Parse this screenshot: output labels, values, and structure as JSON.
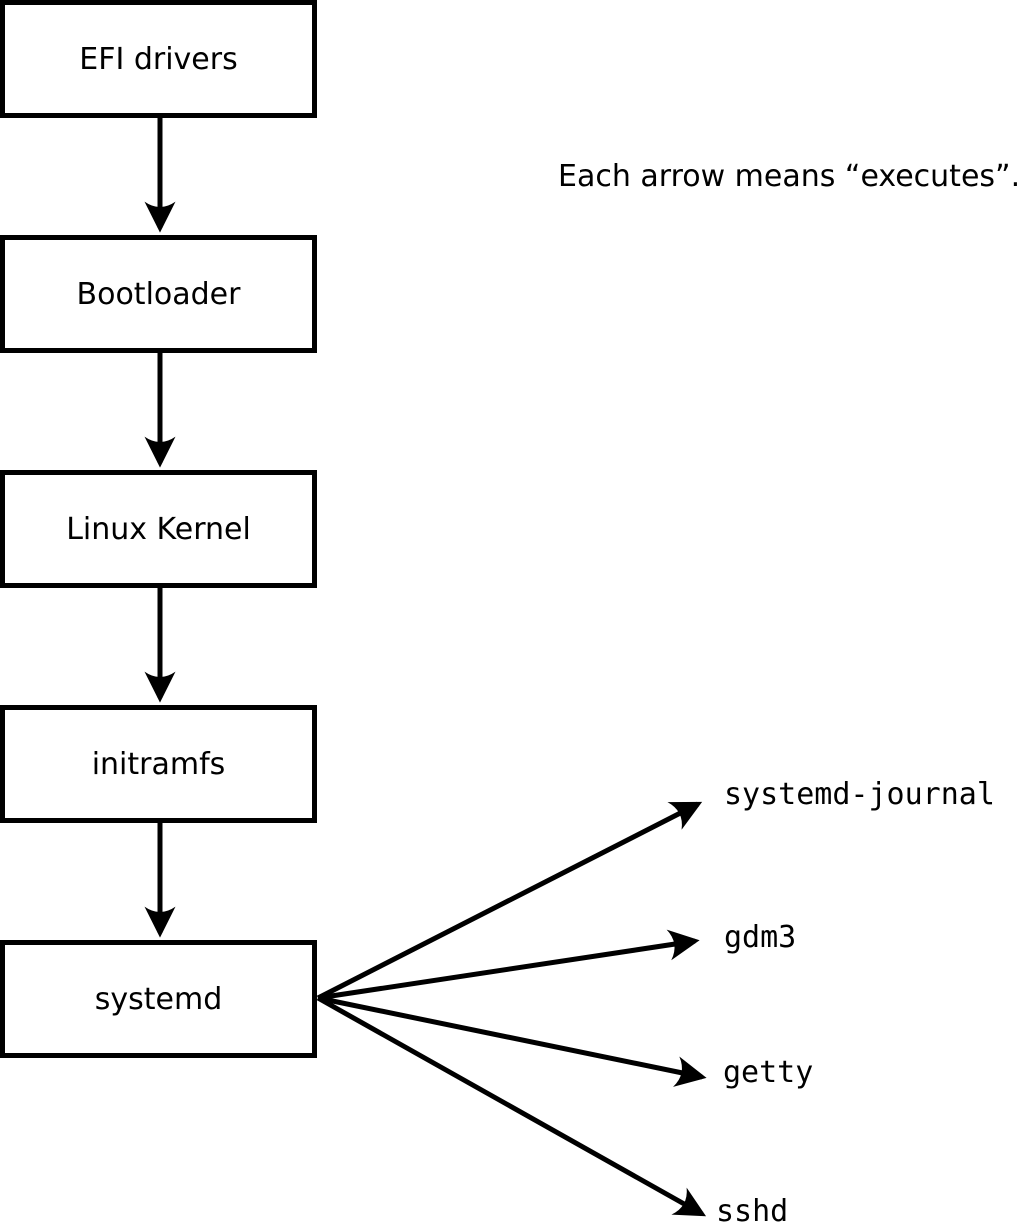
{
  "diagram": {
    "note": "Each arrow means “executes”.",
    "boxes": [
      {
        "label": "EFI drivers"
      },
      {
        "label": "Bootloader"
      },
      {
        "label": "Linux Kernel"
      },
      {
        "label": "initramfs"
      },
      {
        "label": "systemd"
      }
    ],
    "spawned_processes": [
      {
        "label": "systemd-journal"
      },
      {
        "label": "gdm3"
      },
      {
        "label": "getty"
      },
      {
        "label": "sshd"
      }
    ],
    "edges": [
      {
        "from": "EFI drivers",
        "to": "Bootloader"
      },
      {
        "from": "Bootloader",
        "to": "Linux Kernel"
      },
      {
        "from": "Linux Kernel",
        "to": "initramfs"
      },
      {
        "from": "initramfs",
        "to": "systemd"
      },
      {
        "from": "systemd",
        "to": "systemd-journal"
      },
      {
        "from": "systemd",
        "to": "gdm3"
      },
      {
        "from": "systemd",
        "to": "getty"
      },
      {
        "from": "systemd",
        "to": "sshd"
      }
    ],
    "colors": {
      "background": "#ffffff",
      "stroke": "#000000",
      "box_fill": "#ffffff",
      "text": "#000000"
    }
  }
}
